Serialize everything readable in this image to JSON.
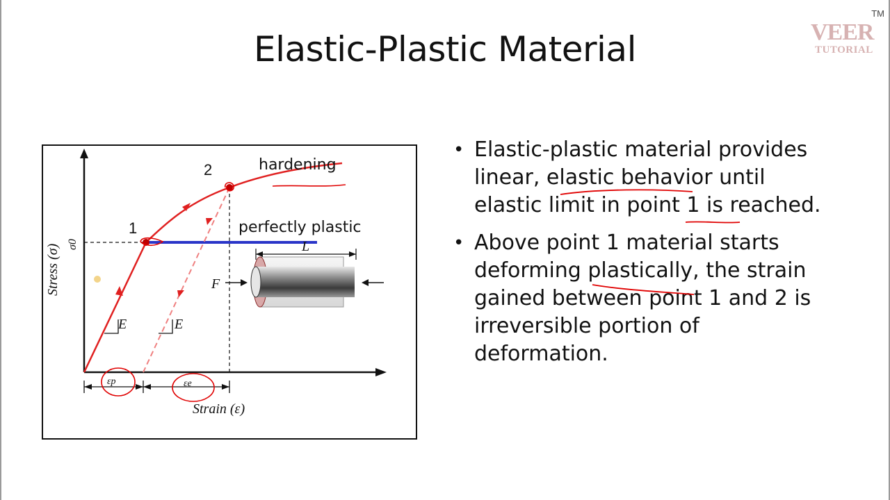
{
  "slide": {
    "title": "Elastic-Plastic Material"
  },
  "logo": {
    "text_line1": "VEER",
    "text_line2": "TUTORIAL",
    "trademark": "TM"
  },
  "figure": {
    "labels": {
      "hardening": "hardening",
      "perfectly_plastic": "perfectly plastic",
      "point_1": "1",
      "point_2": "2",
      "sigma0": "σ0",
      "y_axis": "Stress (σ)",
      "x_axis": "Strain (ε)",
      "modulus_1": "E",
      "modulus_2": "E",
      "eps_p": "εp",
      "eps_e": "εe",
      "length": "L",
      "force": "F"
    },
    "colors": {
      "curve": "#e02020",
      "plateau": "#2a35c8",
      "axis": "#111111",
      "annotation": "#e00000"
    }
  },
  "bullets": [
    {
      "lines": [
        "Elastic-plastic material provides",
        "linear, elastic behavior until",
        "elastic limit in point 1 is reached."
      ]
    },
    {
      "lines": [
        " Above point 1 material starts",
        "deforming plastically, the strain",
        "gained between point 1 and 2 is",
        "irreversible portion of",
        "deformation."
      ]
    }
  ],
  "bullet_symbol": "•"
}
